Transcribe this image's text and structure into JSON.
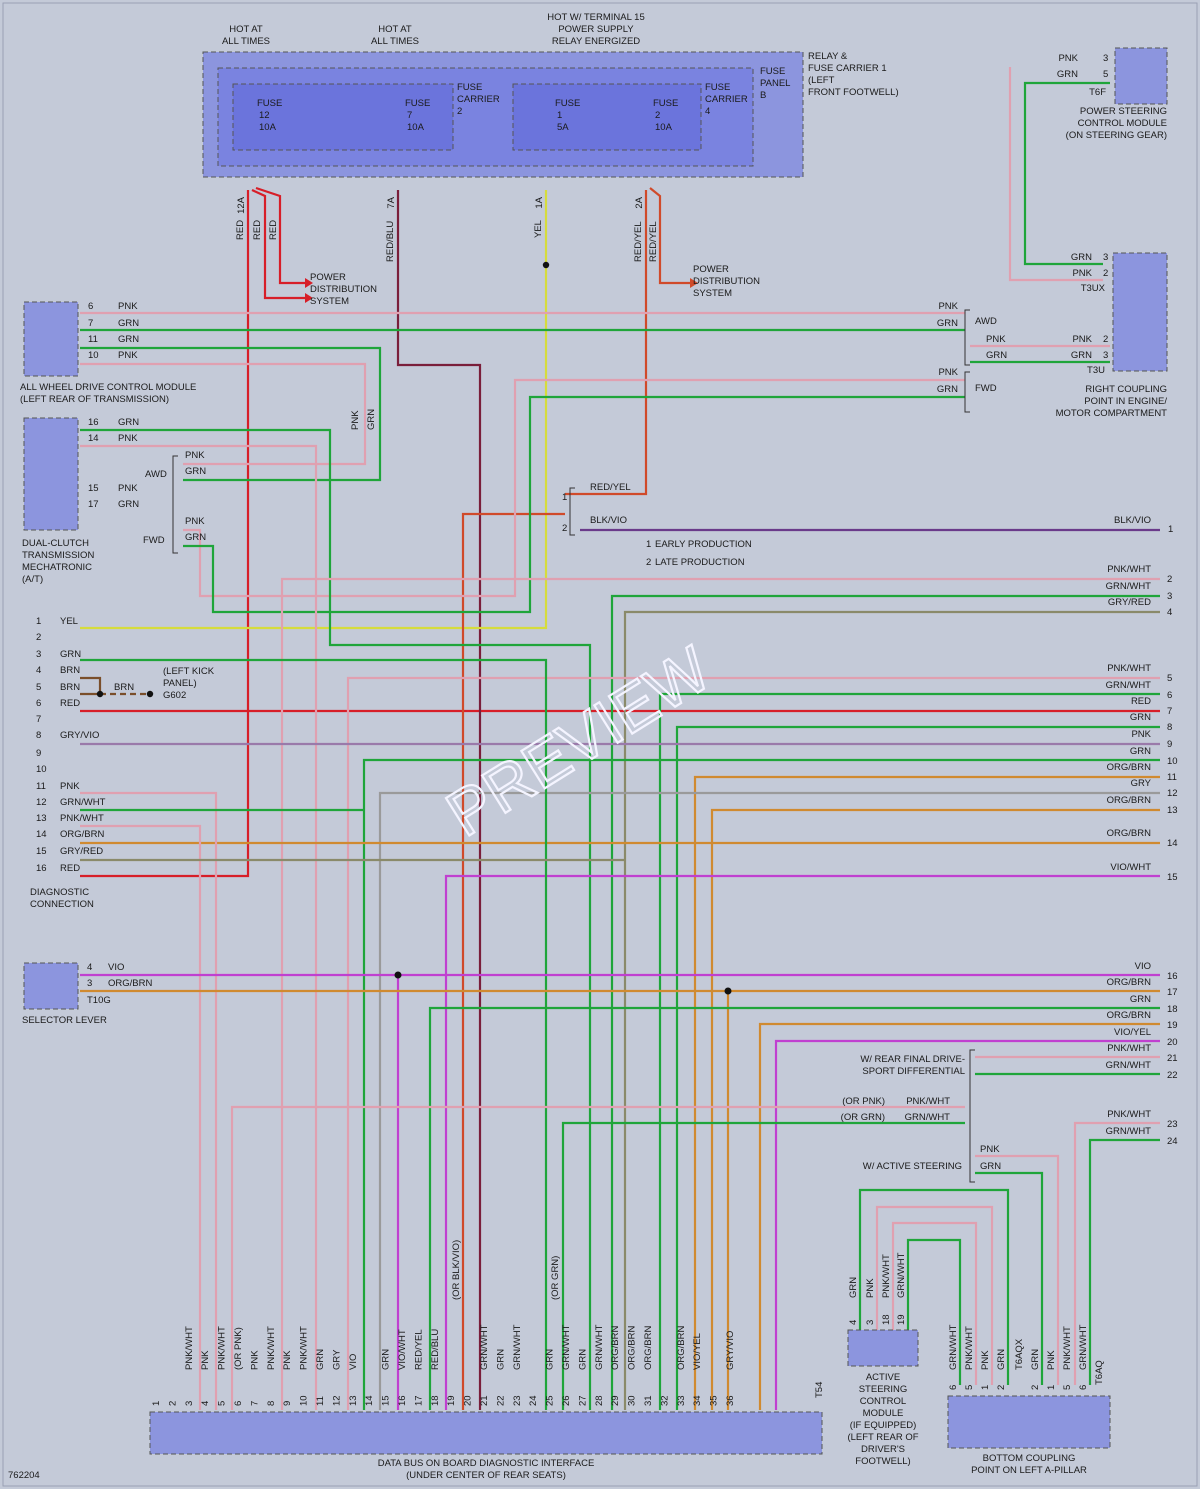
{
  "colors": {
    "background": "#c4cad8",
    "module_fill": "#8c95de",
    "fuse_fill": "#6b74dc",
    "PNK": "#e0a0b0",
    "GRN": "#1fa53a",
    "RED": "#d71e28",
    "YEL": "#d6dc3c",
    "BRN": "#7a4e2a",
    "VIO": "#c040d0",
    "ORG": "#d08a30",
    "GRY": "#9a9a9a",
    "BLU": "#5a2e2e"
  },
  "power": {
    "hot1": [
      "HOT AT",
      "ALL TIMES"
    ],
    "hot2": [
      "HOT AT",
      "ALL TIMES"
    ],
    "hot3": [
      "HOT W/ TERMINAL 15",
      "POWER SUPPLY",
      "RELAY ENERGIZED"
    ]
  },
  "relay": [
    "RELAY &",
    "FUSE CARRIER 1",
    "(LEFT",
    "FRONT FOOTWELL)"
  ],
  "fuse_panel": [
    "FUSE",
    "PANEL",
    "B"
  ],
  "fuse_carrier_2": [
    "FUSE",
    "CARRIER",
    "2"
  ],
  "fuse_carrier_4": [
    "FUSE",
    "CARRIER",
    "4"
  ],
  "fuses": [
    {
      "label": "FUSE",
      "num": "12",
      "amp": "10A",
      "pin": "12A",
      "wires": [
        "RED",
        "RED",
        "RED"
      ]
    },
    {
      "label": "FUSE",
      "num": "7",
      "amp": "10A",
      "pin": "7A",
      "wires": [
        "RED/BLU"
      ]
    },
    {
      "label": "FUSE",
      "num": "1",
      "amp": "5A",
      "pin": "1A",
      "wires": [
        "YEL"
      ]
    },
    {
      "label": "FUSE",
      "num": "2",
      "amp": "10A",
      "pin": "2A",
      "wires": [
        "RED/YEL",
        "RED/YEL"
      ]
    }
  ],
  "power_dist_1": [
    "POWER",
    "DISTRIBUTION",
    "SYSTEM"
  ],
  "power_dist_2": [
    "POWER",
    "DISTRIBUTION",
    "SYSTEM"
  ],
  "psc": {
    "pins": [
      {
        "n": "3",
        "c": "PNK"
      },
      {
        "n": "5",
        "c": "GRN"
      }
    ],
    "conn": "T6F",
    "name": [
      "POWER STEERING",
      "CONTROL MODULE",
      "(ON STEERING GEAR)"
    ]
  },
  "rcp": {
    "top": [
      {
        "n": "3",
        "c": "GRN"
      },
      {
        "n": "2",
        "c": "PNK"
      }
    ],
    "top_conn": "T3UX",
    "mid": [
      {
        "n": "2",
        "c": "PNK"
      },
      {
        "n": "3",
        "c": "GRN"
      }
    ],
    "mid_conn": "T3U",
    "name": [
      "RIGHT COUPLING",
      "POINT IN ENGINE/",
      "MOTOR COMPARTMENT"
    ]
  },
  "awd_right": {
    "pnk": "PNK",
    "grn": "GRN",
    "label": "AWD",
    "pnk2": "PNK",
    "grn2": "GRN"
  },
  "fwd_right": {
    "pnk": "PNK",
    "grn": "GRN",
    "label": "FWD"
  },
  "awdcm": {
    "pins": [
      {
        "n": "6",
        "c": "PNK"
      },
      {
        "n": "7",
        "c": "GRN"
      },
      {
        "n": "11",
        "c": "GRN"
      },
      {
        "n": "10",
        "c": "PNK"
      }
    ],
    "name": [
      "ALL WHEEL DRIVE CONTROL MODULE",
      "(LEFT REAR OF TRANSMISSION)"
    ]
  },
  "vert_pnk_grn": [
    "PNK",
    "GRN"
  ],
  "dct": {
    "pins": [
      {
        "n": "16",
        "c": "GRN"
      },
      {
        "n": "14",
        "c": "PNK"
      },
      {
        "n": "15",
        "c": "PNK"
      },
      {
        "n": "17",
        "c": "GRN"
      }
    ],
    "name": [
      "DUAL-CLUTCH",
      "TRANSMISSION",
      "MECHATRONIC",
      "(A/T)"
    ],
    "awd": "AWD",
    "fwd": "FWD",
    "awd_pnk": "PNK",
    "awd_grn": "GRN",
    "fwd_pnk": "PNK",
    "fwd_grn": "GRN"
  },
  "prod": {
    "early_wire": "RED/YEL",
    "late_wire": "BLK/VIO",
    "late_right": "BLK/VIO",
    "late_pin": "1",
    "m1": "1",
    "m2": "2",
    "early": "EARLY PRODUCTION",
    "late": "LATE PRODUCTION"
  },
  "diag": {
    "pins": [
      {
        "n": "1",
        "c": "YEL"
      },
      {
        "n": "2",
        "c": ""
      },
      {
        "n": "3",
        "c": "GRN"
      },
      {
        "n": "4",
        "c": "BRN"
      },
      {
        "n": "5",
        "c": "BRN"
      },
      {
        "n": "6",
        "c": "RED"
      },
      {
        "n": "7",
        "c": ""
      },
      {
        "n": "8",
        "c": "GRY/VIO"
      },
      {
        "n": "9",
        "c": ""
      },
      {
        "n": "10",
        "c": ""
      },
      {
        "n": "11",
        "c": "PNK"
      },
      {
        "n": "12",
        "c": "GRN/WHT"
      },
      {
        "n": "13",
        "c": "PNK/WHT"
      },
      {
        "n": "14",
        "c": "ORG/BRN"
      },
      {
        "n": "15",
        "c": "GRY/RED"
      },
      {
        "n": "16",
        "c": "RED"
      }
    ],
    "name": [
      "DIAGNOSTIC",
      "CONNECTION"
    ],
    "ground_wire": "BRN",
    "ground": [
      "(LEFT KICK",
      "PANEL)",
      "G602"
    ]
  },
  "selector": {
    "pins": [
      {
        "n": "4",
        "c": "VIO"
      },
      {
        "n": "3",
        "c": "ORG/BRN"
      }
    ],
    "conn": "T10G",
    "name": "SELECTOR LEVER"
  },
  "right_wires": [
    {
      "n": "2",
      "c": "PNK/WHT"
    },
    {
      "n": "3",
      "c": "GRN/WHT"
    },
    {
      "n": "4",
      "c": "GRY/RED"
    },
    {
      "n": "5",
      "c": "PNK/WHT"
    },
    {
      "n": "6",
      "c": "GRN/WHT"
    },
    {
      "n": "7",
      "c": "RED"
    },
    {
      "n": "8",
      "c": "GRN"
    },
    {
      "n": "9",
      "c": "PNK"
    },
    {
      "n": "10",
      "c": "GRN"
    },
    {
      "n": "11",
      "c": "ORG/BRN"
    },
    {
      "n": "12",
      "c": "GRY"
    },
    {
      "n": "13",
      "c": "ORG/BRN"
    },
    {
      "n": "14",
      "c": "ORG/BRN"
    },
    {
      "n": "15",
      "c": "VIO/WHT"
    },
    {
      "n": "16",
      "c": "VIO"
    },
    {
      "n": "17",
      "c": "ORG/BRN"
    },
    {
      "n": "18",
      "c": "GRN"
    },
    {
      "n": "19",
      "c": "ORG/BRN"
    },
    {
      "n": "20",
      "c": "VIO/YEL"
    },
    {
      "n": "21",
      "c": "PNK/WHT"
    },
    {
      "n": "22",
      "c": "GRN/WHT"
    },
    {
      "n": "23",
      "c": "PNK/WHT"
    },
    {
      "n": "24",
      "c": "GRN/WHT"
    }
  ],
  "rear_final": {
    "label": [
      "W/ REAR FINAL DRIVE-",
      "SPORT DIFFERENTIAL"
    ],
    "or_pnk": "(OR PNK)",
    "or_grn": "(OR GRN)",
    "pnkwht": "PNK/WHT",
    "grnwht": "GRN/WHT"
  },
  "active": {
    "label": "W/ ACTIVE STEERING",
    "pnk": "PNK",
    "grn": "GRN"
  },
  "asm": {
    "pins": [
      {
        "n": "4",
        "c": "GRN"
      },
      {
        "n": "3",
        "c": "PNK"
      },
      {
        "n": "18",
        "c": "PNK/WHT"
      },
      {
        "n": "19",
        "c": "GRN/WHT"
      }
    ],
    "name": [
      "ACTIVE",
      "STEERING",
      "CONTROL",
      "MODULE",
      "(IF EQUIPPED)",
      "(LEFT REAR OF",
      "DRIVER'S",
      "FOOTWELL)"
    ]
  },
  "bcp": {
    "left": [
      {
        "n": "6",
        "c": "GRN/WHT"
      },
      {
        "n": "5",
        "c": "PNK/WHT"
      },
      {
        "n": "1",
        "c": "PNK"
      },
      {
        "n": "2",
        "c": "GRN"
      }
    ],
    "left_conn": "T6AQX",
    "right": [
      {
        "n": "2",
        "c": "GRN"
      },
      {
        "n": "1",
        "c": "PNK"
      },
      {
        "n": "5",
        "c": "PNK/WHT"
      },
      {
        "n": "6",
        "c": "GRN/WHT"
      }
    ],
    "right_conn": "T6AQ",
    "name": [
      "BOTTOM COUPLING",
      "POINT ON LEFT A-PILLAR"
    ]
  },
  "dbus": {
    "pins": [
      {
        "n": "1",
        "c": ""
      },
      {
        "n": "2",
        "c": ""
      },
      {
        "n": "3",
        "c": "PNK/WHT"
      },
      {
        "n": "4",
        "c": "PNK"
      },
      {
        "n": "5",
        "c": "PNK/WHT"
      },
      {
        "n": "6",
        "c": "(OR PNK)"
      },
      {
        "n": "7",
        "c": "PNK"
      },
      {
        "n": "8",
        "c": "PNK/WHT"
      },
      {
        "n": "9",
        "c": "PNK"
      },
      {
        "n": "10",
        "c": "PNK/WHT"
      },
      {
        "n": "11",
        "c": "GRN"
      },
      {
        "n": "12",
        "c": "GRY"
      },
      {
        "n": "13",
        "c": "VIO"
      },
      {
        "n": "14",
        "c": ""
      },
      {
        "n": "15",
        "c": "GRN"
      },
      {
        "n": "16",
        "c": "VIO/WHT"
      },
      {
        "n": "17",
        "c": "RED/YEL"
      },
      {
        "n": "18",
        "c": "RED/BLU"
      },
      {
        "n": "19",
        "c": ""
      },
      {
        "n": "20",
        "c": ""
      },
      {
        "n": "21",
        "c": "GRN/WHT"
      },
      {
        "n": "22",
        "c": "GRN"
      },
      {
        "n": "23",
        "c": "GRN/WHT"
      },
      {
        "n": "24",
        "c": ""
      },
      {
        "n": "25",
        "c": "GRN"
      },
      {
        "n": "26",
        "c": "GRN/WHT"
      },
      {
        "n": "27",
        "c": "GRN"
      },
      {
        "n": "28",
        "c": "GRN/WHT"
      },
      {
        "n": "29",
        "c": "ORG/BRN"
      },
      {
        "n": "30",
        "c": "ORG/BRN"
      },
      {
        "n": "31",
        "c": "ORG/BRN"
      },
      {
        "n": "32",
        "c": ""
      },
      {
        "n": "33",
        "c": "ORG/BRN"
      },
      {
        "n": "34",
        "c": "VIO/YEL"
      },
      {
        "n": "35",
        "c": ""
      },
      {
        "n": "36",
        "c": "GRY/VIO"
      }
    ],
    "extra_or_blkvio": "(OR BLK/VIO)",
    "extra_or_grn": "(OR GRN)",
    "conn": "T54",
    "name": [
      "DATA BUS ON BOARD DIAGNOSTIC INTERFACE",
      "(UNDER CENTER OF REAR SEATS)"
    ]
  },
  "watermark": "PREVIEW",
  "doc_id": "762204"
}
